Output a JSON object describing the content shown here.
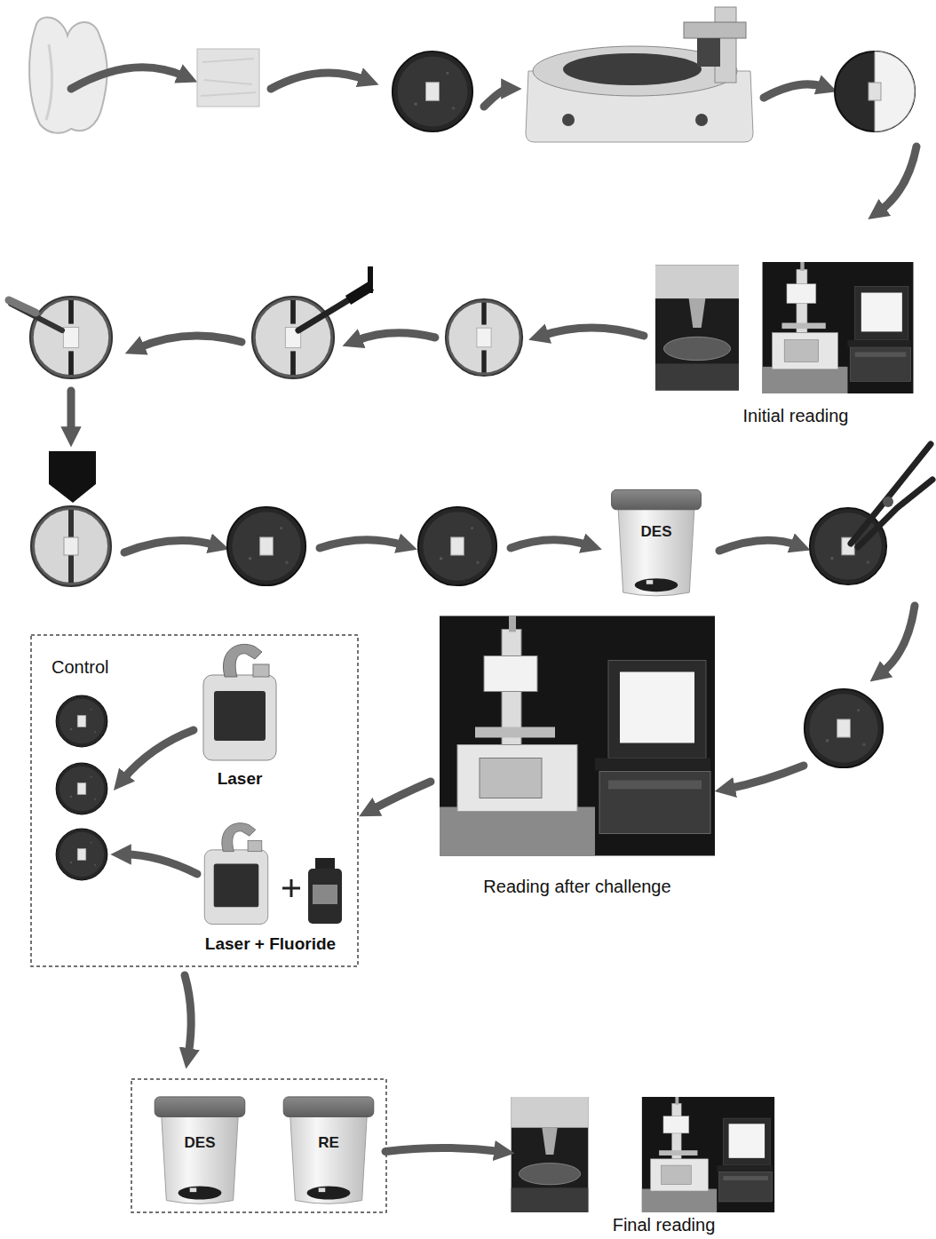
{
  "diagram": {
    "nodes": [
      {
        "text": [
          "Initial reading"
        ]
      },
      {
        "text": [
          "DES"
        ]
      },
      {
        "text": [
          "Reading after challenge"
        ]
      },
      {
        "text": [
          "Laser"
        ]
      },
      {
        "text": [
          "Laser + Fluoride"
        ]
      },
      {
        "text": [
          "DES"
        ]
      },
      {
        "text": [
          "RE"
        ]
      },
      {
        "text": [
          "Final reading"
        ]
      }
    ],
    "edges": [
      {
        "from": 6,
        "to": 7,
        "arrow": "to"
      }
    ],
    "labels": [
      "Control"
    ]
  }
}
